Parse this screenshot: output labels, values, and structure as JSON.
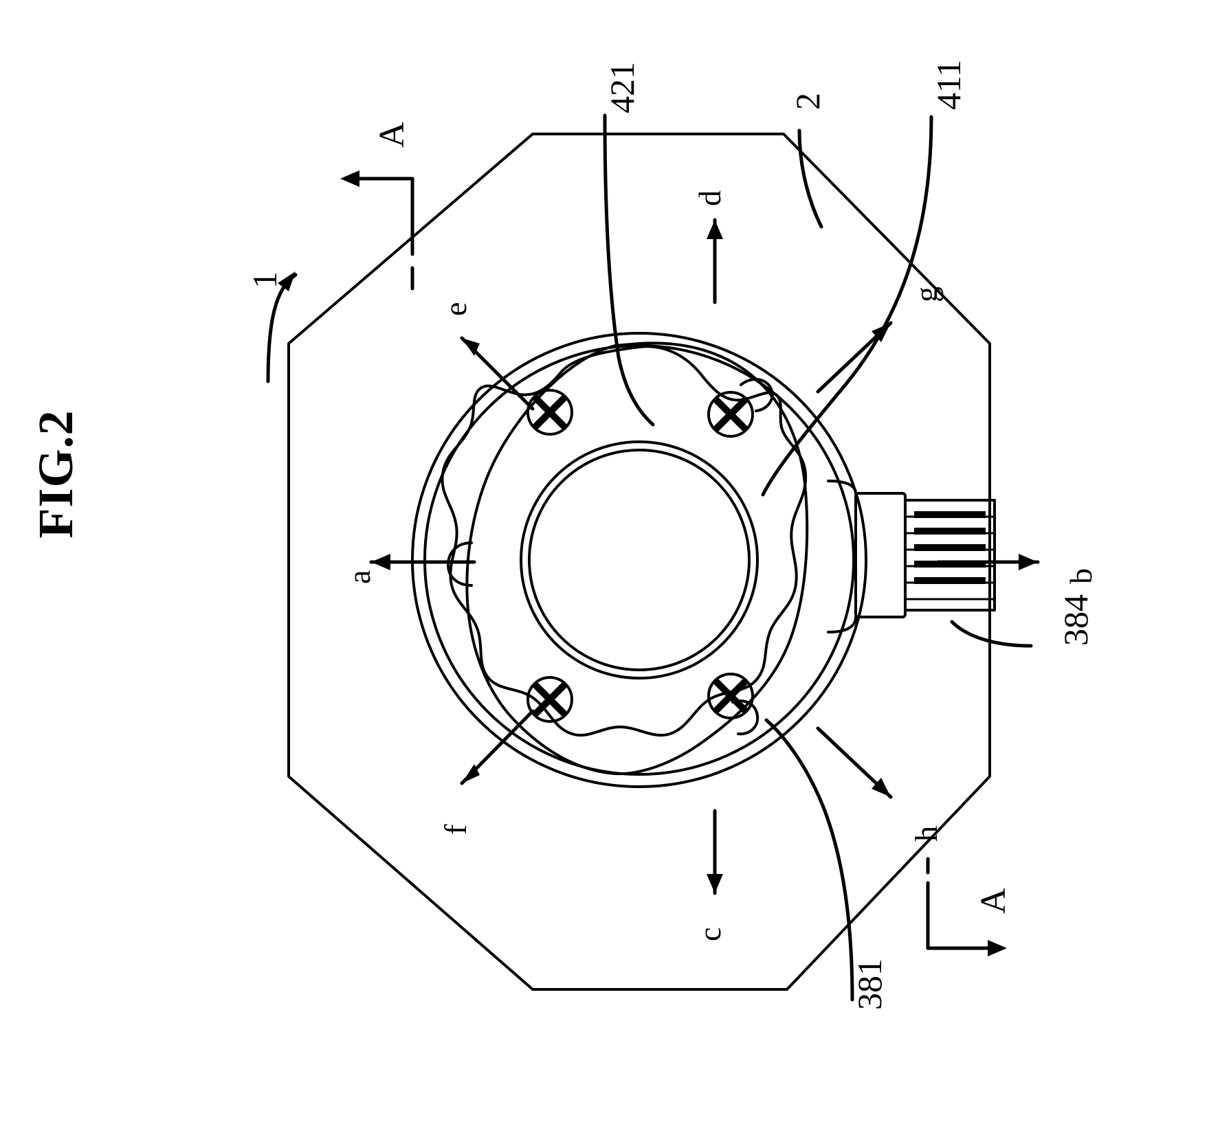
{
  "figure": {
    "title": "FIG.2",
    "description": "Patent-style line drawing: octagonal plate viewed face-on with a circular housing assembly at center, four cross-head screws, a ribbon/connector block at the right edge, eight radial direction arrows labeled a-h, and section line A-A.",
    "reference_numerals": [
      {
        "id": "1",
        "label": "1"
      },
      {
        "id": "2",
        "label": "2"
      },
      {
        "id": "421",
        "label": "421"
      },
      {
        "id": "411",
        "label": "411"
      },
      {
        "id": "384",
        "label": "384"
      },
      {
        "id": "381",
        "label": "381"
      }
    ],
    "section_markers": [
      {
        "label": "A",
        "position": "top"
      },
      {
        "label": "A",
        "position": "bottom"
      }
    ],
    "direction_arrows": [
      {
        "label": "a",
        "direction": "left"
      },
      {
        "label": "b",
        "direction": "right"
      },
      {
        "label": "c",
        "direction": "down"
      },
      {
        "label": "d",
        "direction": "up"
      },
      {
        "label": "e",
        "direction": "up-left"
      },
      {
        "label": "f",
        "direction": "down-left"
      },
      {
        "label": "g",
        "direction": "up-right"
      },
      {
        "label": "h",
        "direction": "down-right"
      }
    ]
  },
  "colors": {
    "line": "#000000",
    "background": "#ffffff"
  }
}
